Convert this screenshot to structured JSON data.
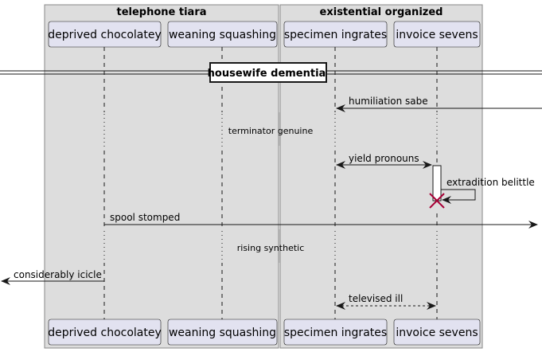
{
  "colors": {
    "box_fill": "#dddddd",
    "box_stroke": "#888888",
    "participant_fill": "#e2e2f0",
    "participant_stroke": "#181818",
    "line": "#181818",
    "destroy": "#a80036"
  },
  "boxes": [
    {
      "title": "telephone tiara"
    },
    {
      "title": "existential organized"
    }
  ],
  "participants": [
    {
      "name": "deprived chocolatey"
    },
    {
      "name": "weaning squashing"
    },
    {
      "name": "specimen ingrates"
    },
    {
      "name": "invoice sevens"
    }
  ],
  "divider": {
    "label": "housewife dementia"
  },
  "messages": [
    {
      "label": "humiliation sabe",
      "from": "right-edge",
      "to": "specimen ingrates",
      "style": "solid"
    },
    {
      "label": "yield pronouns",
      "from": "specimen ingrates",
      "to": "invoice sevens",
      "style": "solid-bidirectional"
    },
    {
      "label": "extradition belittle",
      "from": "invoice sevens",
      "to": "invoice sevens",
      "style": "self"
    },
    {
      "label": "spool stomped",
      "from": "deprived chocolatey",
      "to": "right-edge",
      "style": "solid"
    },
    {
      "label": "considerably icicle",
      "from": "deprived chocolatey",
      "to": "left-edge",
      "style": "solid"
    },
    {
      "label": "televised ill",
      "from": "specimen ingrates",
      "to": "invoice sevens",
      "style": "dashed-bidirectional"
    }
  ],
  "delays": [
    {
      "label": "terminator genuine"
    },
    {
      "label": "rising synthetic"
    }
  ],
  "destroyed": "invoice sevens"
}
